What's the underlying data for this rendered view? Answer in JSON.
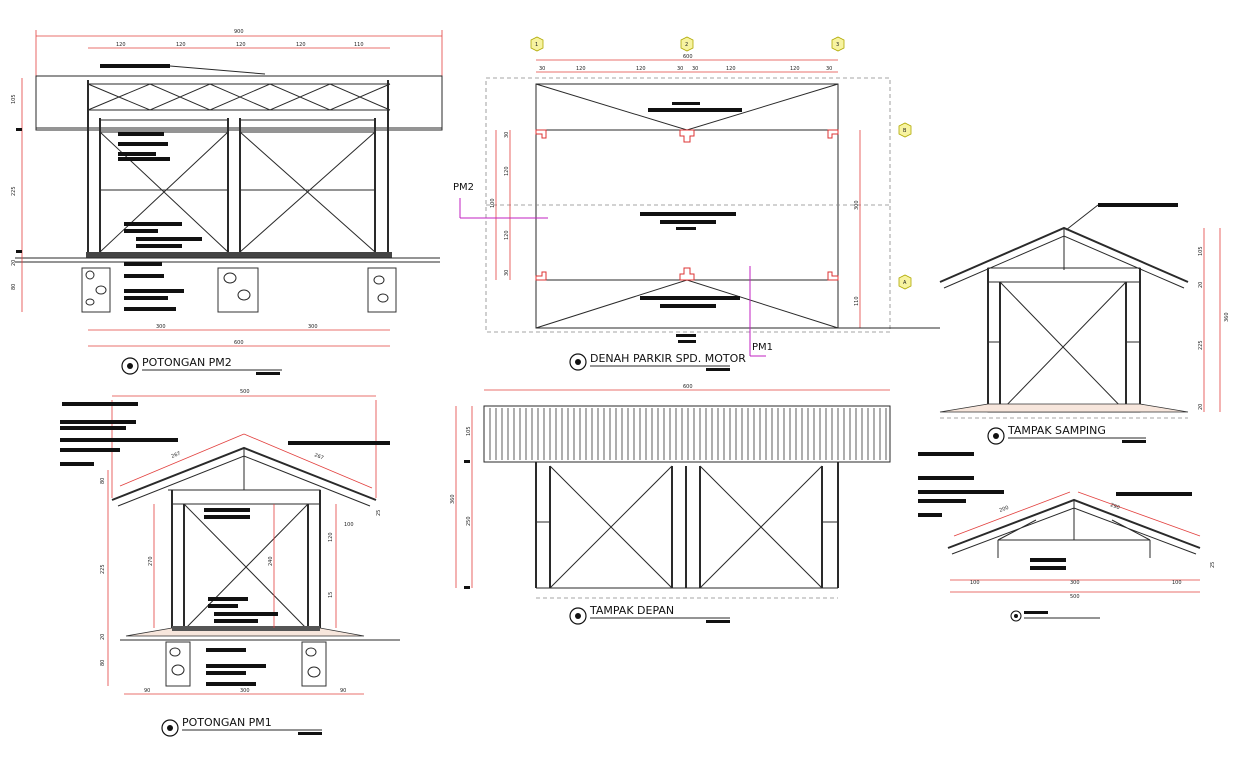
{
  "drawings": {
    "potongan_pm2": {
      "title": "POTONGAN PM2",
      "dim_total_top": "900",
      "dim_top": [
        "120",
        "120",
        "120",
        "120",
        "110"
      ],
      "dim_bottom": [
        "300",
        "300"
      ],
      "dim_bottom_total": "600",
      "dim_left": [
        "105",
        "225",
        "20",
        "80"
      ]
    },
    "denah": {
      "title": "DENAH PARKIR SPD. MOTOR",
      "grid_top": [
        "1",
        "2",
        "3"
      ],
      "grid_right": [
        "B",
        "A"
      ],
      "dim_total_top": "600",
      "dim_top": [
        "30",
        "120",
        "120",
        "30",
        "30",
        "120",
        "120",
        "30"
      ],
      "dim_left": [
        "30",
        "120",
        "100",
        "120",
        "30"
      ],
      "dim_right": [
        "300",
        "110"
      ],
      "pm1": "PM1",
      "pm2": "PM2"
    },
    "tampak_samping": {
      "title": "TAMPAK SAMPING",
      "dim_right": [
        "105",
        "20",
        "225",
        "20"
      ],
      "dim_total_right": "360"
    },
    "potongan_pm1": {
      "title": "POTONGAN PM1",
      "dim_top": "500",
      "dim_slope": [
        "267",
        "267"
      ],
      "dim_right": [
        "100",
        "120",
        "15"
      ],
      "dim_left": [
        "80",
        "225",
        "20",
        "80"
      ],
      "dim_inner": [
        "270",
        "240"
      ],
      "dim_bottom": [
        "90",
        "300",
        "90"
      ],
      "dim_small": "25"
    },
    "tampak_depan": {
      "title": "TAMPAK DEPAN",
      "dim_total_top": "600",
      "dim_left": [
        "105",
        "250"
      ],
      "dim_total_left": "360"
    },
    "roof_detail": {
      "dim_slope": [
        "200",
        "290"
      ],
      "dim_bottom": [
        "100",
        "300",
        "100"
      ],
      "dim_bottom_total": "500",
      "dim_small": "25"
    }
  }
}
